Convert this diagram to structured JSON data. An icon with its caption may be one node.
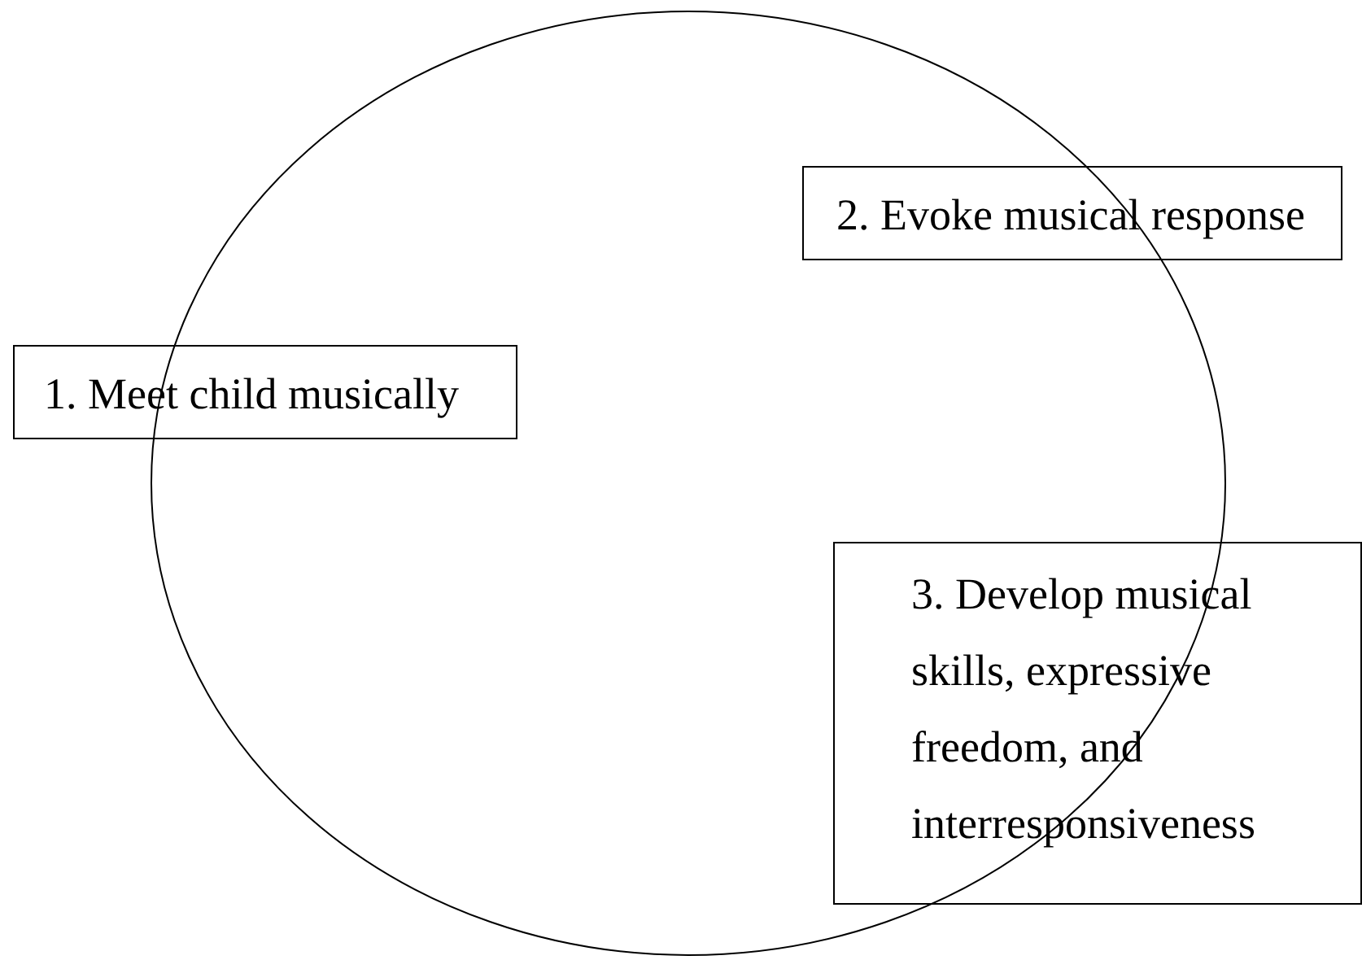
{
  "diagram": {
    "nodes": [
      {
        "text": [],
        "shape": "circle"
      },
      {
        "text": [
          "2. Evoke musical response"
        ]
      },
      {
        "text": [
          "1. Meet child musically"
        ]
      },
      {
        "text": [
          "3. Develop musical skills, expressive freedom, and interresponsiveness"
        ]
      }
    ]
  }
}
